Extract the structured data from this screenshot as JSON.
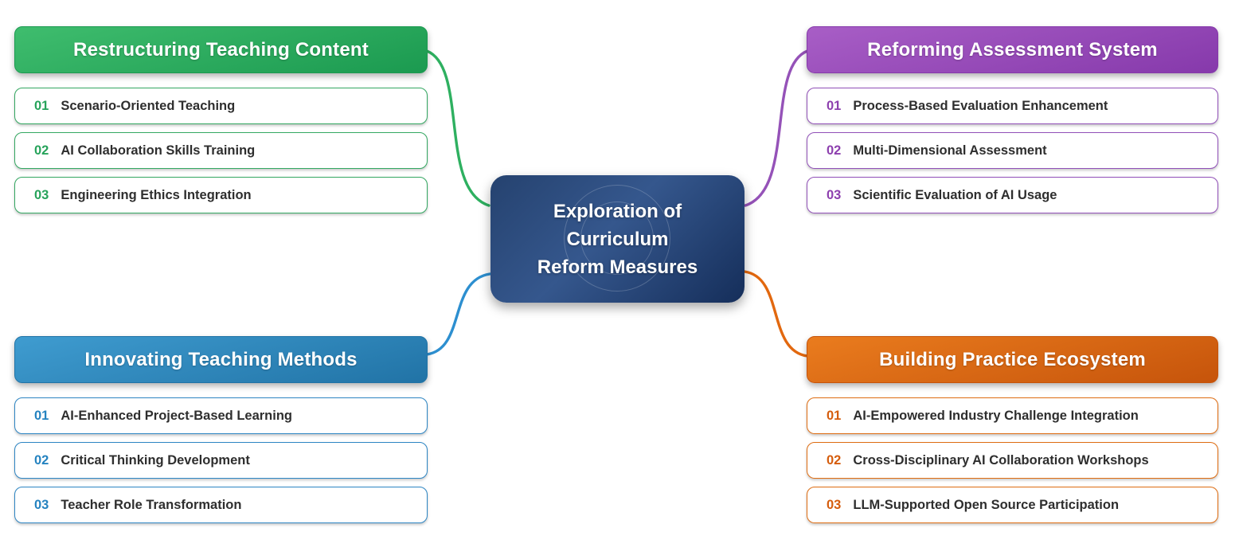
{
  "diagram": {
    "kind": "mindmap"
  },
  "center": {
    "title_lines": [
      "Exploration of",
      "Curriculum",
      "Reform Measures"
    ],
    "colors": {
      "edge": "#25426f",
      "mid": "#35578d",
      "deep": "#152e5a"
    }
  },
  "branches": [
    {
      "id": "restructuring-teaching-content",
      "title": "Restructuring Teaching Content",
      "position": "top-left",
      "colors": {
        "header_light": "#3fbd6e",
        "header_dark": "#1b9a50",
        "border": "#34a862",
        "number": "#27a35b",
        "line": "#2eb060"
      },
      "items": [
        {
          "number": "01",
          "text": "Scenario-Oriented Teaching"
        },
        {
          "number": "02",
          "text": "AI Collaboration Skills Training"
        },
        {
          "number": "03",
          "text": "Engineering Ethics Integration"
        }
      ]
    },
    {
      "id": "reforming-assessment-system",
      "title": "Reforming Assessment System",
      "position": "top-right",
      "colors": {
        "header_light": "#a85ec6",
        "header_dark": "#8639ab",
        "border": "#9150b8",
        "number": "#8d3fae",
        "line": "#9552b8"
      },
      "items": [
        {
          "number": "01",
          "text": "Process-Based Evaluation Enhancement"
        },
        {
          "number": "02",
          "text": "Multi-Dimensional Assessment"
        },
        {
          "number": "03",
          "text": "Scientific Evaluation of AI Usage"
        }
      ]
    },
    {
      "id": "innovating-teaching-methods",
      "title": "Innovating Teaching Methods",
      "position": "bottom-left",
      "colors": {
        "header_light": "#3f9cd0",
        "header_dark": "#2173a6",
        "border": "#2e86c4",
        "number": "#2583c0",
        "line": "#2d8fd0"
      },
      "items": [
        {
          "number": "01",
          "text": "AI-Enhanced Project-Based Learning"
        },
        {
          "number": "02",
          "text": "Critical Thinking Development"
        },
        {
          "number": "03",
          "text": "Teacher Role Transformation"
        }
      ]
    },
    {
      "id": "building-practice-ecosystem",
      "title": "Building Practice Ecosystem",
      "position": "bottom-right",
      "colors": {
        "header_light": "#ea7c1e",
        "header_dark": "#c6540b",
        "border": "#df6d12",
        "number": "#d55c0c",
        "line": "#e2680f"
      },
      "items": [
        {
          "number": "01",
          "text": "AI-Empowered Industry Challenge Integration"
        },
        {
          "number": "02",
          "text": "Cross-Disciplinary AI Collaboration Workshops"
        },
        {
          "number": "03",
          "text": "LLM-Supported Open Source Participation"
        }
      ]
    }
  ]
}
